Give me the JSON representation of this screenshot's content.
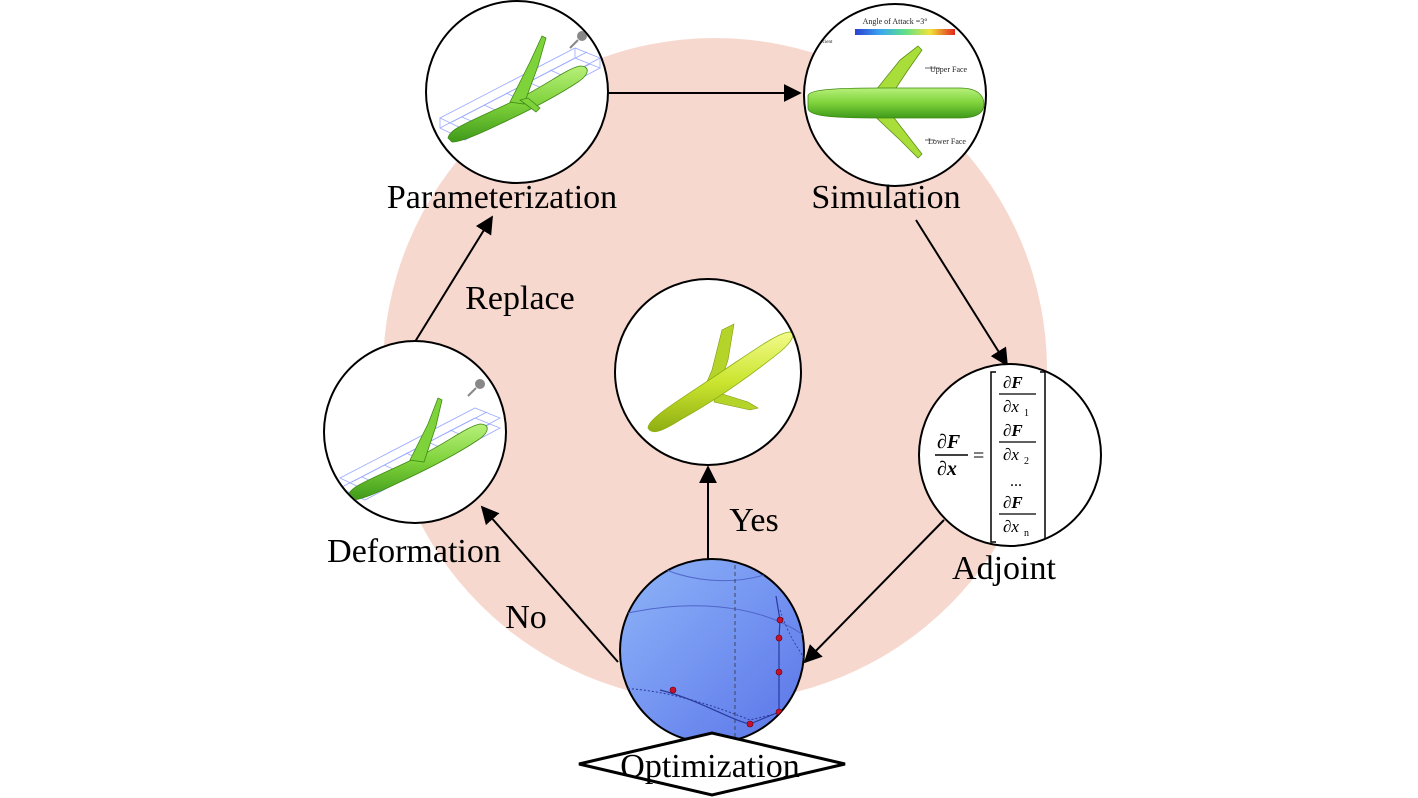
{
  "nodes": {
    "parameterization": "Parameterization",
    "simulation": "Simulation",
    "adjoint": "Adjoint",
    "optimization": "Optimization",
    "deformation": "Deformation"
  },
  "edges": {
    "replace": "Replace",
    "yes": "Yes",
    "no": "No"
  },
  "simulation_image": {
    "angle_label": "Angle of Attack =3°",
    "colorbar_label": "Coefficient",
    "upper_face": "Upper Face",
    "lower_face": "Lower Face"
  },
  "adjoint_math": {
    "lhs_num": "∂F",
    "lhs_den": "∂x",
    "equals": "=",
    "row1_den": "∂x",
    "row1_sub": "1",
    "row2_den": "∂x",
    "row2_sub": "2",
    "ellipsis": "...",
    "rown_den": "∂x",
    "rown_sub": "n",
    "num": "∂F"
  },
  "colors": {
    "background_circle": "#f7d8cf",
    "aircraft_green": "#7ed23a",
    "aircraft_yellow": "#cbe52f",
    "optimization_blue": "#6f8ef0",
    "optimization_point": "#c8102e"
  }
}
